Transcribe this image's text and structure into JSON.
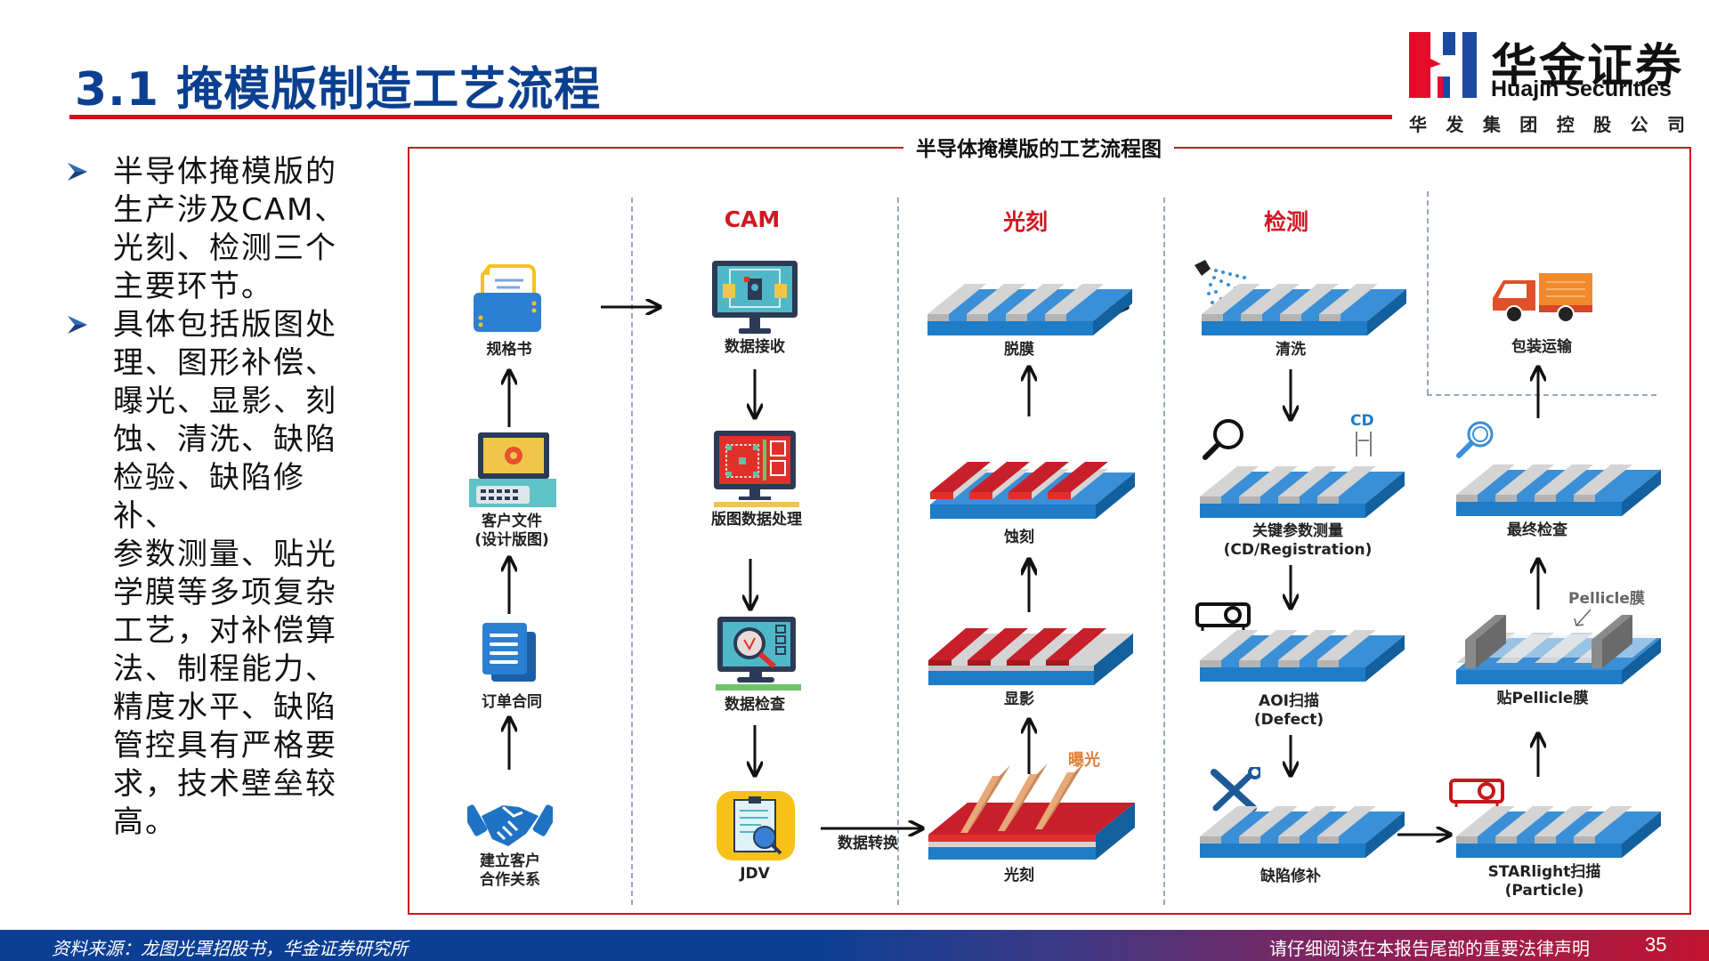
{
  "header": {
    "title": "3.1 掩模版制造工艺流程",
    "logo": {
      "cn_name": "华金证券",
      "en_name": "Huajin Securities",
      "subtitle_chars": [
        "华",
        "发",
        "集",
        "团",
        "控",
        "股",
        "公",
        "司"
      ],
      "colors": {
        "red": "#e30d2a",
        "blue": "#1b4aa0"
      }
    }
  },
  "body": {
    "bullets": [
      {
        "lines": [
          "半导体掩模版的",
          "生产涉及CAM、",
          "光刻、检测三个",
          "主要环节。"
        ]
      },
      {
        "lines": [
          "具体包括版图处",
          "理、图形补偿、",
          "曝光、显影、刻",
          "蚀、清洗、缺陷",
          "检验、缺陷修补、",
          "参数测量、贴光",
          "学膜等多项复杂",
          "工艺，对补偿算",
          "法、制程能力、",
          "精度水平、缺陷",
          "管控具有严格要",
          "求，技术壁垒较",
          "高。"
        ]
      }
    ]
  },
  "figure": {
    "caption": "半导体掩模版的工艺流程图",
    "columns": {
      "cam": "CAM",
      "litho": "光刻",
      "inspect": "检测"
    },
    "steps": {
      "spec": "规格书",
      "customer_file": [
        "客户文件",
        "(设计版图)"
      ],
      "order": "订单合同",
      "partnership": [
        "建立客户",
        "合作关系"
      ],
      "data_receive": "数据接收",
      "layout_process": "版图数据处理",
      "data_check": "数据检查",
      "jdv": "JDV",
      "data_convert": "数据转换",
      "expose_annot": "曝光",
      "litho": "光刻",
      "develop": "显影",
      "etch": "蚀刻",
      "strip": "脱膜",
      "clean": "清洗",
      "cd_annot": "CD",
      "cd_measure": [
        "关键参数测量",
        "(CD/Registration)"
      ],
      "aoi": [
        "AOI扫描",
        "(Defect)"
      ],
      "repair": "缺陷修补",
      "starlight": [
        "STARlight扫描",
        "(Particle)"
      ],
      "pellicle_annot": "Pellicle膜",
      "pellicle": "贴Pellicle膜",
      "final": "最终检查",
      "ship": "包装运输"
    },
    "colors": {
      "border": "#c8161d",
      "column_heading": "#d01822",
      "substrate_blue": "#1f7cc6",
      "chrome_gray": "#d0d0d0",
      "resist_red": "#c8202a",
      "expose_orange": "#e0803a"
    }
  },
  "footer": {
    "source": "资料来源：龙图光罩招股书，华金证券研究所",
    "disclaimer": "请仔细阅读在本报告尾部的重要法律声明",
    "page_number": "35"
  }
}
